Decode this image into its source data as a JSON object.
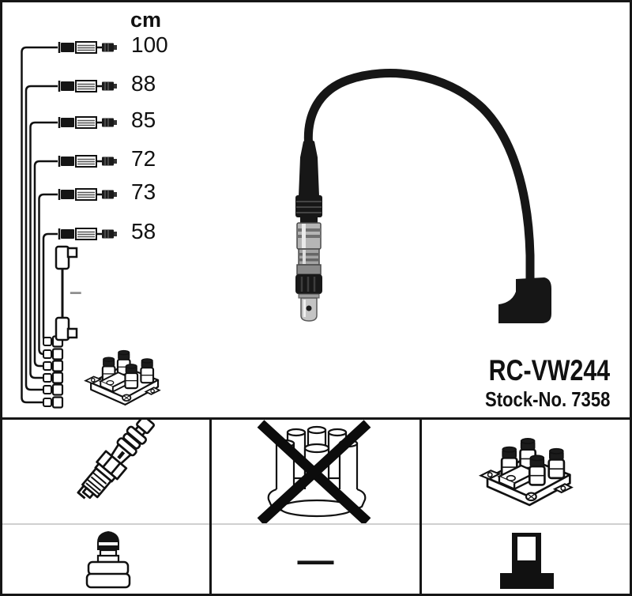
{
  "product": {
    "part_number": "RC-VW244",
    "stock_label": "Stock-No. 7358"
  },
  "length_table": {
    "unit": "cm",
    "lengths": [
      "100",
      "88",
      "85",
      "72",
      "73",
      "58"
    ],
    "coil_wire_marker": "–"
  },
  "symbols_table": {
    "rows": [
      {
        "cells": [
          {
            "icon": "spark-plug-icon"
          },
          {
            "icon": "distributor-cap-crossed-icon",
            "crossed_out": true
          },
          {
            "icon": "ignition-coil-pack-icon"
          }
        ]
      },
      {
        "cells": [
          {
            "icon": "plug-terminal-icon"
          },
          {
            "icon": "not-applicable-dash",
            "label": "—"
          },
          {
            "icon": "coil-terminal-icon"
          }
        ]
      }
    ]
  },
  "colors": {
    "line": "#161616",
    "divider": "#cfcfcf",
    "metal_light": "#b5b5b5",
    "metal_dark": "#707070",
    "background": "#ffffff"
  }
}
